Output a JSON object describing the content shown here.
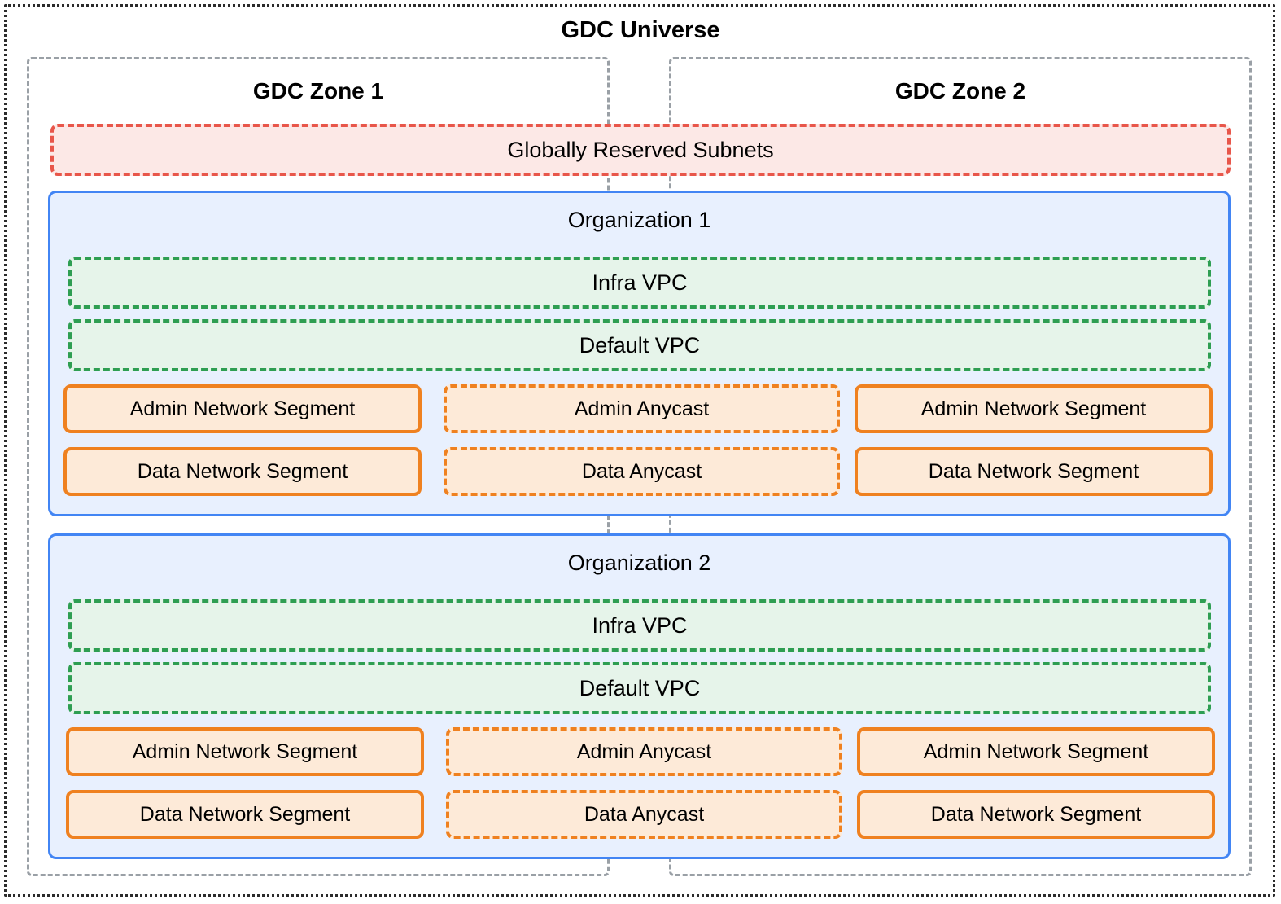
{
  "universe": {
    "title": "GDC Universe",
    "border_color": "#2b2b2b"
  },
  "zones": [
    {
      "id": "zone-1",
      "title": "GDC Zone 1",
      "border_color": "#9aa0a6"
    },
    {
      "id": "zone-2",
      "title": "GDC Zone 2",
      "border_color": "#9aa0a6"
    }
  ],
  "reserved": {
    "label": "Globally Reserved Subnets",
    "border_color": "#e8564a",
    "fill_color": "#fce8e6"
  },
  "organizations": [
    {
      "id": "org-1",
      "title": "Organization 1",
      "border_color": "#4285f4",
      "fill_color": "#e8f0fe",
      "vpcs": [
        {
          "label": "Infra VPC",
          "border_color": "#2e9e52",
          "fill_color": "#e6f4ea"
        },
        {
          "label": "Default VPC",
          "border_color": "#2e9e52",
          "fill_color": "#e6f4ea"
        }
      ],
      "rows": [
        {
          "left": "Admin Network Segment",
          "middle": "Admin Anycast",
          "right": "Admin Network Segment"
        },
        {
          "left": "Data Network Segment",
          "middle": "Data Anycast",
          "right": "Data Network Segment"
        }
      ]
    },
    {
      "id": "org-2",
      "title": "Organization 2",
      "border_color": "#4285f4",
      "fill_color": "#e8f0fe",
      "vpcs": [
        {
          "label": "Infra VPC",
          "border_color": "#2e9e52",
          "fill_color": "#e6f4ea"
        },
        {
          "label": "Default VPC",
          "border_color": "#2e9e52",
          "fill_color": "#e6f4ea"
        }
      ],
      "rows": [
        {
          "left": "Admin Network Segment",
          "middle": "Admin Anycast",
          "right": "Admin Network Segment"
        },
        {
          "left": "Data Network Segment",
          "middle": "Data Anycast",
          "right": "Data Network Segment"
        }
      ]
    }
  ],
  "colors": {
    "segment_border": "#ef8120",
    "segment_fill": "#fdead8"
  }
}
